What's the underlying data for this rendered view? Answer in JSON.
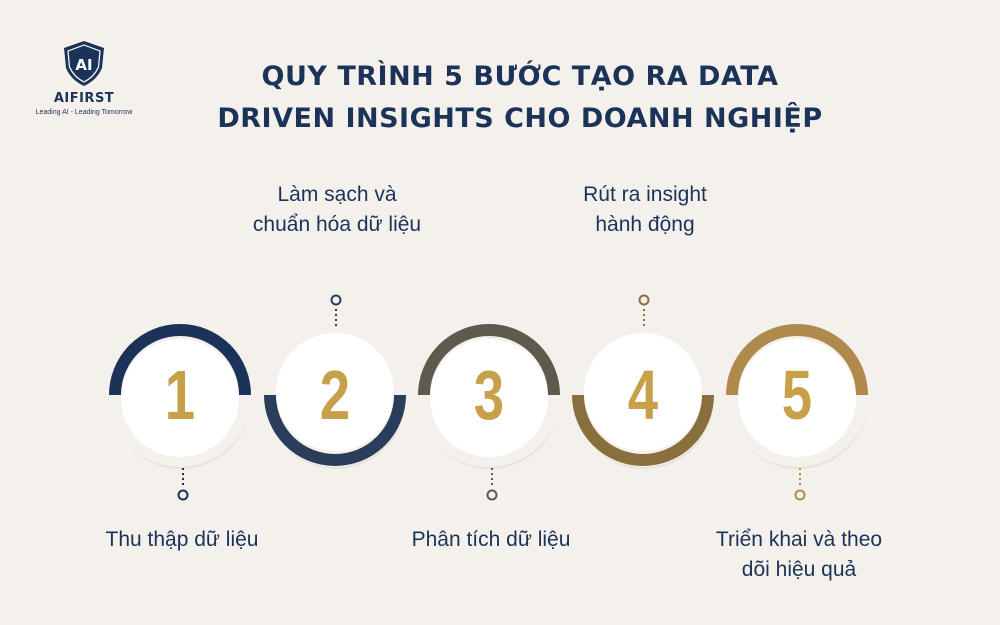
{
  "brand": {
    "logo_mark": "AI",
    "name": "AIFIRST",
    "tagline": "Leading AI - Leading Tomorrow"
  },
  "title": {
    "line1": "QUY TRÌNH 5 BƯỚC TẠO RA DATA",
    "line2": "DRIVEN INSIGHTS CHO DOANH NGHIỆP"
  },
  "steps": [
    {
      "number": "1",
      "label_lines": [
        "Thu thập dữ liệu"
      ],
      "label_position": "below",
      "arc_side": "top",
      "color": "#1b3358"
    },
    {
      "number": "2",
      "label_lines": [
        "Làm sạch và",
        "chuẩn hóa dữ liệu"
      ],
      "label_position": "above",
      "arc_side": "bottom",
      "color": "#2a3d5a"
    },
    {
      "number": "3",
      "label_lines": [
        "Phân tích dữ liệu"
      ],
      "label_position": "below",
      "arc_side": "top",
      "color": "#5e5a4e"
    },
    {
      "number": "4",
      "label_lines": [
        "Rút ra insight",
        "hành động"
      ],
      "label_position": "above",
      "arc_side": "bottom",
      "color": "#8a6f3e"
    },
    {
      "number": "5",
      "label_lines": [
        "Triển khai và theo",
        "dõi hiệu quả"
      ],
      "label_position": "below",
      "arc_side": "top",
      "color": "#b08a4d"
    }
  ],
  "colors": {
    "navy": "#1b3358",
    "gold": "#c9a04a",
    "background": "#f4f1ec",
    "circle_fill": "#ffffff"
  }
}
